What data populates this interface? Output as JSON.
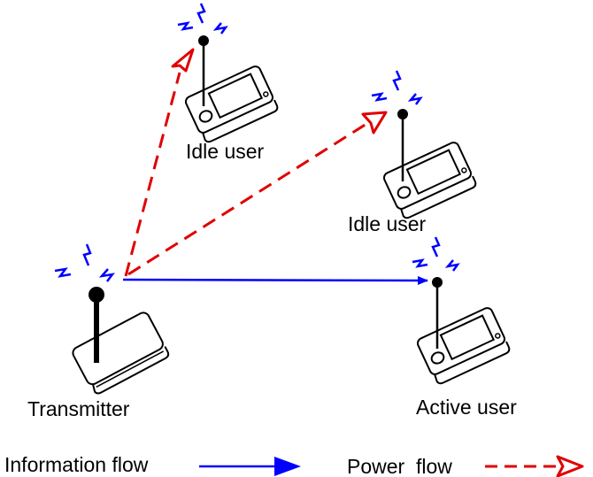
{
  "diagram": {
    "nodes": {
      "transmitter": {
        "label": "Transmitter"
      },
      "idle_user_1": {
        "label": "Idle user"
      },
      "idle_user_2": {
        "label": "Idle user"
      },
      "active_user": {
        "label": "Active user"
      }
    },
    "edges": [
      {
        "from": "transmitter",
        "to": "idle_user_1",
        "kind": "power"
      },
      {
        "from": "transmitter",
        "to": "idle_user_2",
        "kind": "power"
      },
      {
        "from": "transmitter",
        "to": "active_user",
        "kind": "information"
      }
    ]
  },
  "legend": {
    "information_label": "Information flow",
    "power_label": "Power  flow"
  },
  "colors": {
    "information": "#0000ff",
    "power": "#e00000",
    "signal": "#0000ff",
    "device": "#000000"
  }
}
